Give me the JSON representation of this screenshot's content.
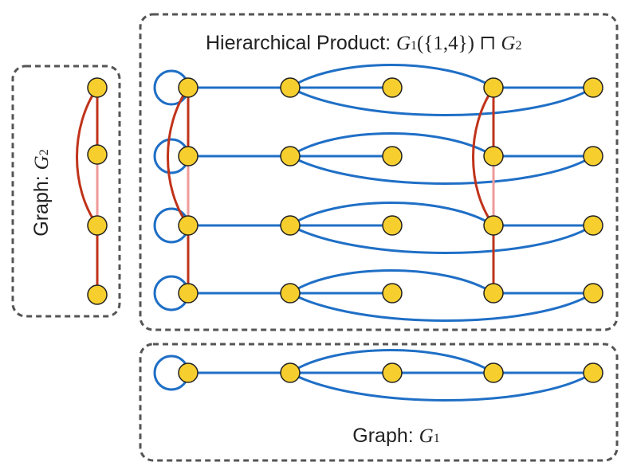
{
  "colors": {
    "node_fill": "#f6cf2f",
    "node_stroke": "#222222",
    "blue_edge": "#1f6fc6",
    "red_edge": "#c0331a",
    "red_edge_faint": "#ef9a9a",
    "panel_border": "#555555",
    "text": "#222222"
  },
  "labels": {
    "product_title_prefix": "Hierarchical Product: ",
    "product_g1": "G",
    "product_g1_sub": "1",
    "product_args": "({1,4})",
    "product_op": "⊓",
    "product_g2": "G",
    "product_g2_sub": "2",
    "g2_prefix": "Graph: ",
    "g2_symbol": "G",
    "g2_sub": "2",
    "g1_prefix": "Graph: ",
    "g1_symbol": "G",
    "g1_sub": "1"
  },
  "graph_g1": {
    "node_count": 5,
    "edges": [
      [
        1,
        2
      ],
      [
        2,
        3
      ],
      [
        3,
        4
      ],
      [
        4,
        5
      ],
      [
        2,
        4
      ],
      [
        2,
        5
      ]
    ],
    "self_loops": [
      1
    ]
  },
  "graph_g2": {
    "node_count": 4,
    "edges": [
      [
        1,
        2
      ],
      [
        2,
        3
      ],
      [
        3,
        4
      ],
      [
        1,
        3
      ]
    ]
  },
  "product": {
    "root_set": [
      1,
      4
    ],
    "rows": 4,
    "columns": 5
  }
}
